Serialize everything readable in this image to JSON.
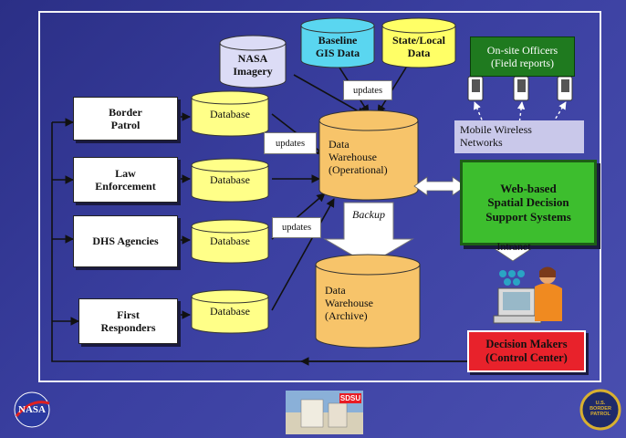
{
  "sources": [
    {
      "id": "border",
      "label": "Border\nPatrol"
    },
    {
      "id": "law",
      "label": "Law\nEnforcement"
    },
    {
      "id": "dhs",
      "label": "DHS Agencies"
    },
    {
      "id": "first",
      "label": "First\nResponders"
    }
  ],
  "database_label": "Database",
  "top_sources": {
    "nasa": "NASA\nImagery",
    "baseline": "Baseline\nGIS Data",
    "state": "State/Local\nData"
  },
  "updates_label": "updates",
  "warehouse_operational": "Data\nWarehouse\n(Operational)",
  "warehouse_archive": "Data\nWarehouse\n(Archive)",
  "backup_label": "Backup",
  "onsite_officers": "On-site Officers\n(Field reports)",
  "mobile_wireless": "Mobile Wireless\nNetworks",
  "sdss": "Web-based\nSpatial Decision\nSupport Systems",
  "intranet": "Intranet",
  "decision_makers": "Decision Makers\n(Control Center)",
  "logos": {
    "nasa": "NASA",
    "sdsu": "SDSU",
    "patrol_seal": "U.S.\nBORDER\nPATROL"
  },
  "colors": {
    "background": "#3a3fa0",
    "database_fill": "#ffff88",
    "warehouse_fill": "#f7c46a",
    "nasa_cyl": "#dcdcf6",
    "baseline_cyl": "#5ad6f0",
    "state_cyl": "#ffff66",
    "sdss_green": "#3dbe2e",
    "decision_red": "#e8222b"
  }
}
